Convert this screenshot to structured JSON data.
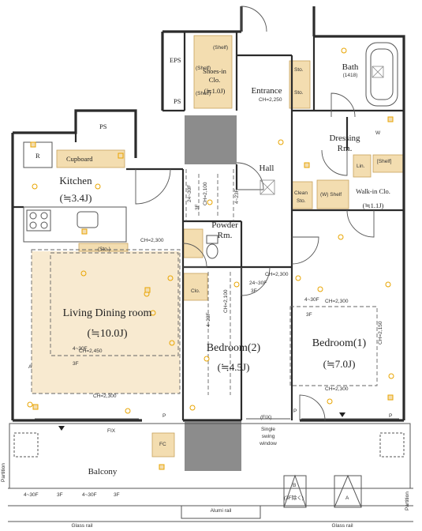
{
  "colors": {
    "wall": "#2b2b2b",
    "storage": "#f3ddb0",
    "storage_edge": "#c7a25c",
    "living_floor": "#f8ead0",
    "shaft": "#8c8c8c",
    "marker": "#e8a400",
    "line": "#555555"
  },
  "rooms": {
    "kitchen": "Kitchen",
    "kitchen_size": "(≒3.4J)",
    "living": "Living Dining room",
    "living_size": "(≒10.0J)",
    "bedroom2": "Bedroom(2)",
    "bedroom2_size": "(≒4.5J)",
    "bedroom1": "Bedroom(1)",
    "bedroom1_size": "(≒7.0J)",
    "hall": "Hall",
    "entrance": "Entrance",
    "bath": "Bath",
    "bath_code": "(1418)",
    "dressing": "Dressing",
    "dressing_rm": "Rm.",
    "powder": "Powder",
    "powder_rm": "Rm.",
    "walkin": "Walk-in Clo.",
    "walkin_size": "(≒1.1J)",
    "balcony": "Balcony",
    "shoes1": "Shoes-in",
    "shoes2": "Clo.",
    "shoes_size": "(≒1.0J)"
  },
  "labels": {
    "eps": "EPS",
    "ps_top": "PS",
    "ps_mid": "PS",
    "cupboard": "Cupboard",
    "r": "R",
    "sto": "(Sto.)",
    "sto1": "Sto.",
    "sto2": "Sto.",
    "clo": "Clo.",
    "lin": "Lin.",
    "shelf_right": "[Shelf]",
    "shelf_a": "(Shelf)",
    "shelf_b": "(Shelf)",
    "shelf_c": "(Shelf)",
    "shelf_w": "(W) Shelf",
    "clean1": "Clean",
    "clean2": "Sto.",
    "w": "W",
    "p1": "P",
    "p2": "P",
    "p3": "P",
    "fc": "FC",
    "fix1": "FIX",
    "fix2": "(FIX)",
    "single1": "Single",
    "single2": "swing",
    "single3": "window",
    "alumi": "Alumi rail",
    "glass1": "Glass rail",
    "glass2": "Glass rail",
    "partition_l": "Partition",
    "partition_r": "Partition",
    "a1": "A",
    "a2": "A",
    "b": "B",
    "b_sub": "(3F除く)"
  },
  "ceilings": {
    "ch_2250": "CH=2,250",
    "ch_2300_kitchen": "CH=2,300",
    "ch_2450": "CH=2,450",
    "ch_2300_ldr": "CH=2,300",
    "ch_2300_hall": "CH=2,300",
    "ch_2300_bed1": "CH=2,300",
    "ch_2300_bed1b": "CH=2,300",
    "ch_2150": "CH=2,150",
    "ch_2100a": "CH=2,100",
    "ch_2100b": "CH=2,100"
  },
  "floor_notes": {
    "ldr_a": "4~30F",
    "ldr_b": "3F",
    "bed1_a": "4~30F",
    "bed1_b": "3F",
    "bed2_a": "24~30F",
    "bed2_b": "3F",
    "bed2_c": "4~23F",
    "hall_a": "24~30F",
    "hall_b": "4~23F",
    "hall_c": "3F",
    "bal_a": "4~30F",
    "bal_b": "3F",
    "bal_c": "4~30F",
    "bal_d": "3F"
  }
}
